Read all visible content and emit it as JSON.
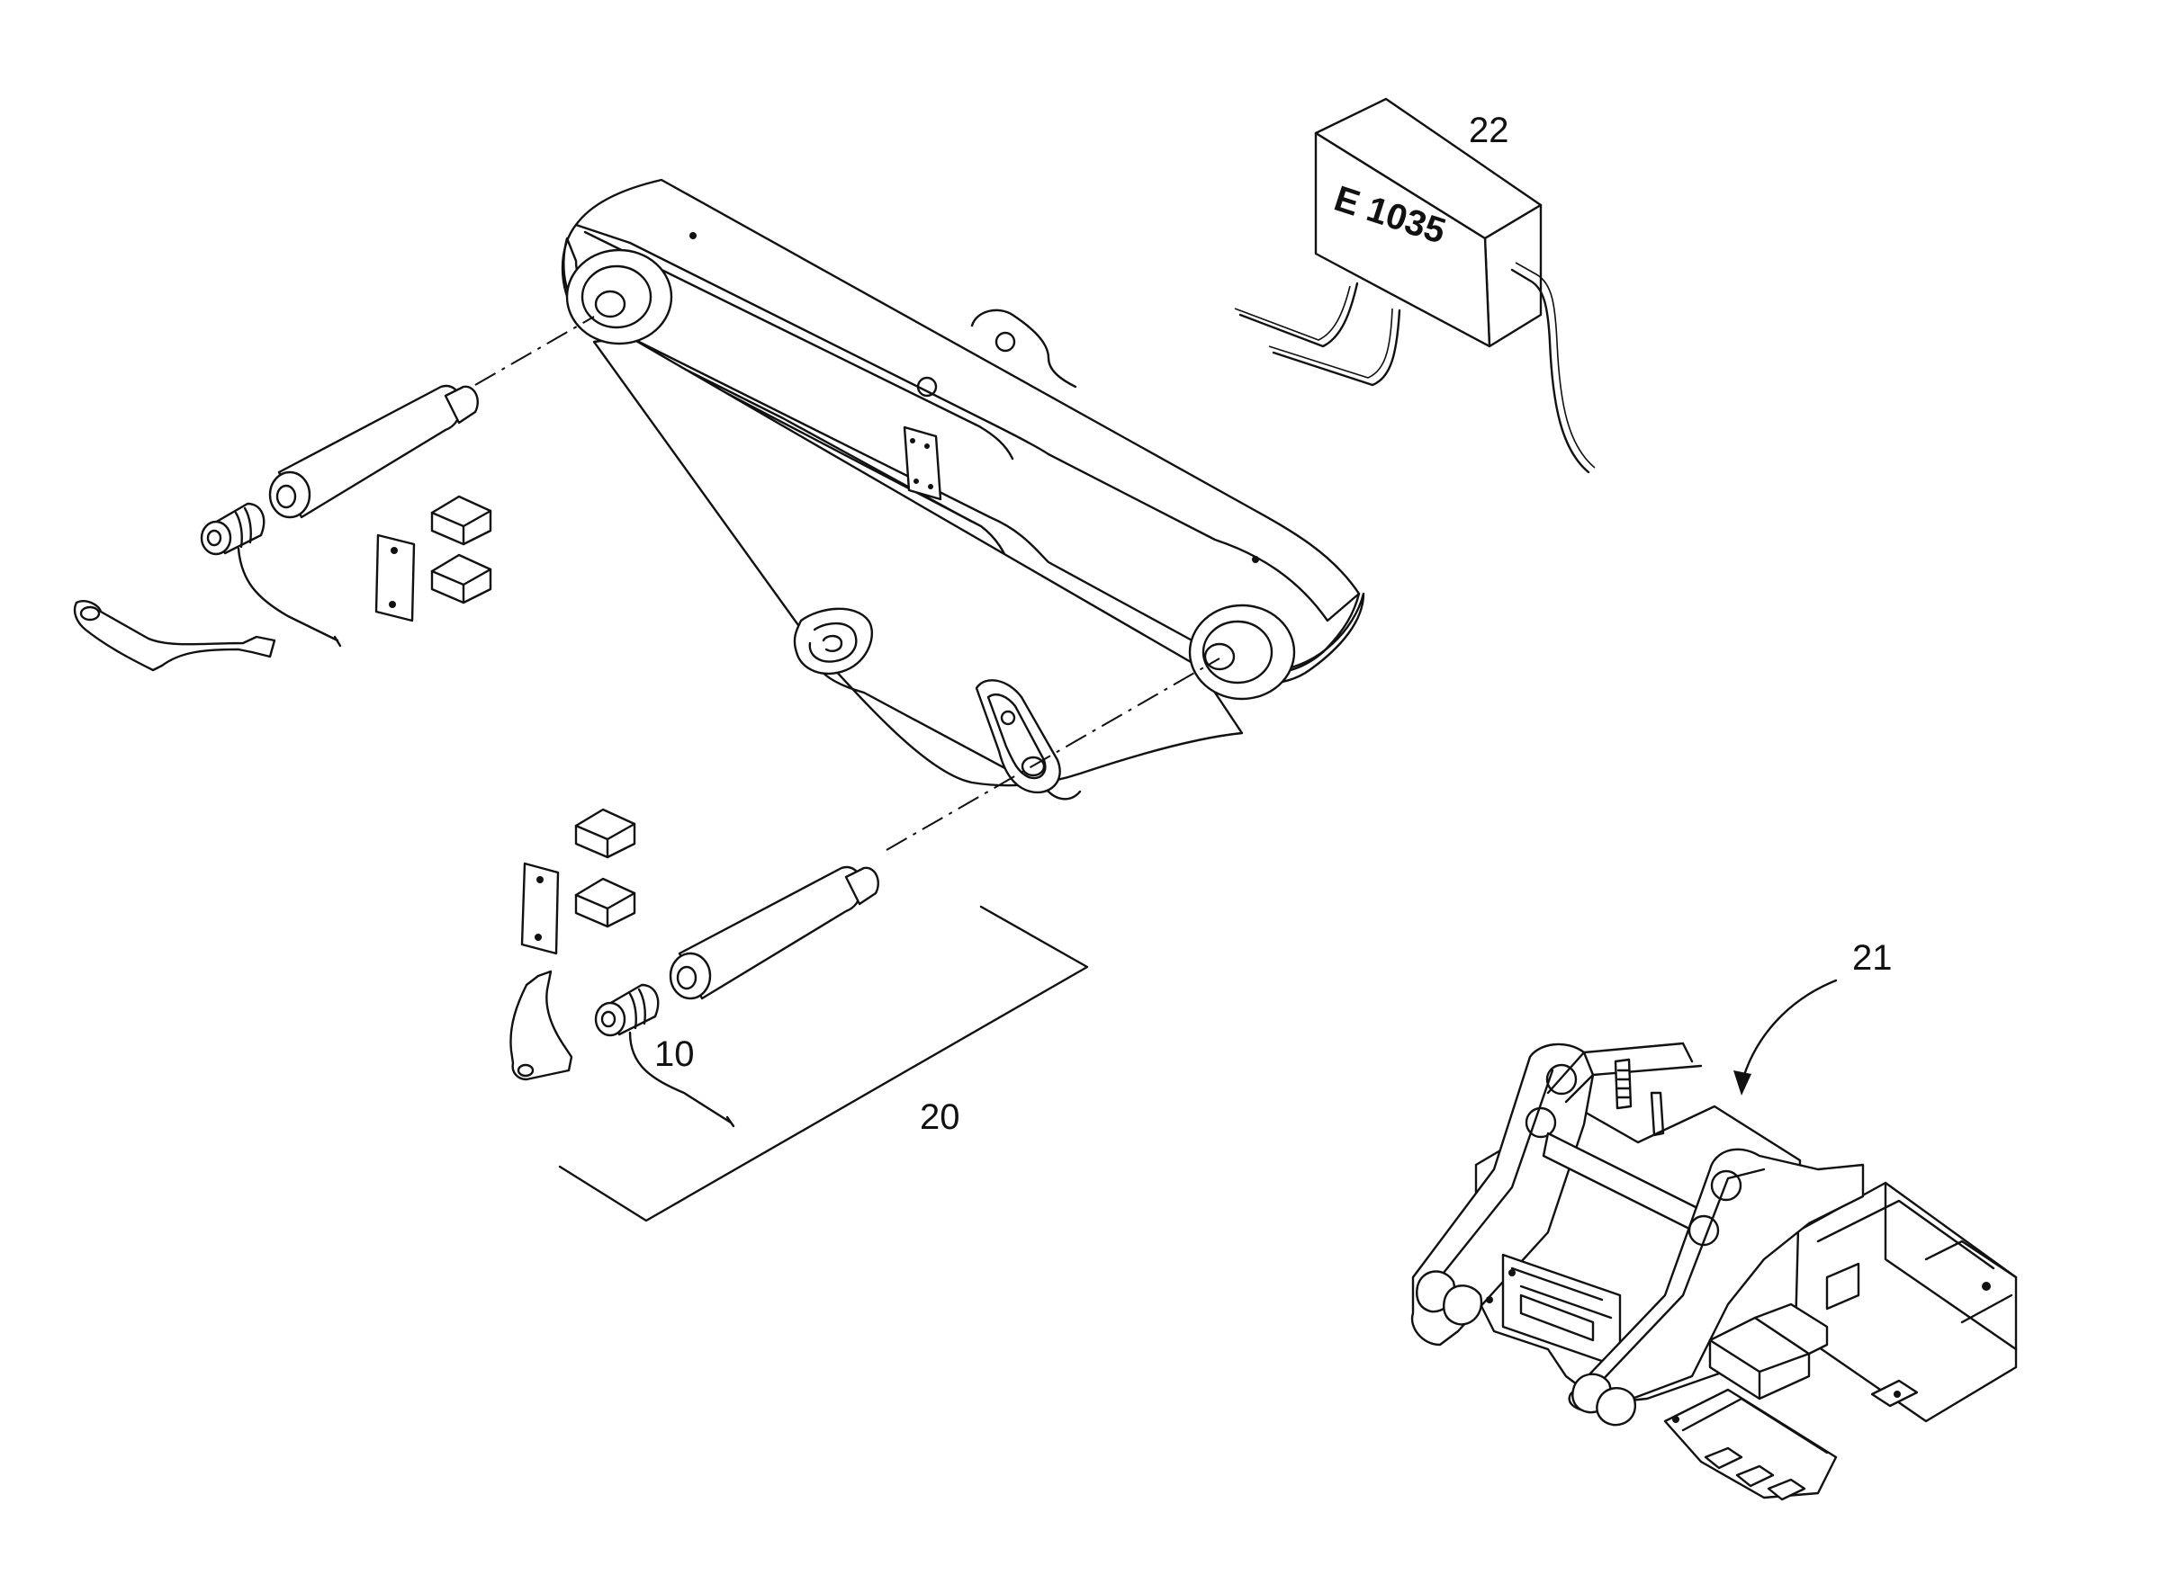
{
  "callouts": {
    "sensor_pin": "10",
    "pin_kit": "20",
    "machine_frame": "21",
    "control_unit": "22"
  },
  "control_unit_marking": "E 1035"
}
